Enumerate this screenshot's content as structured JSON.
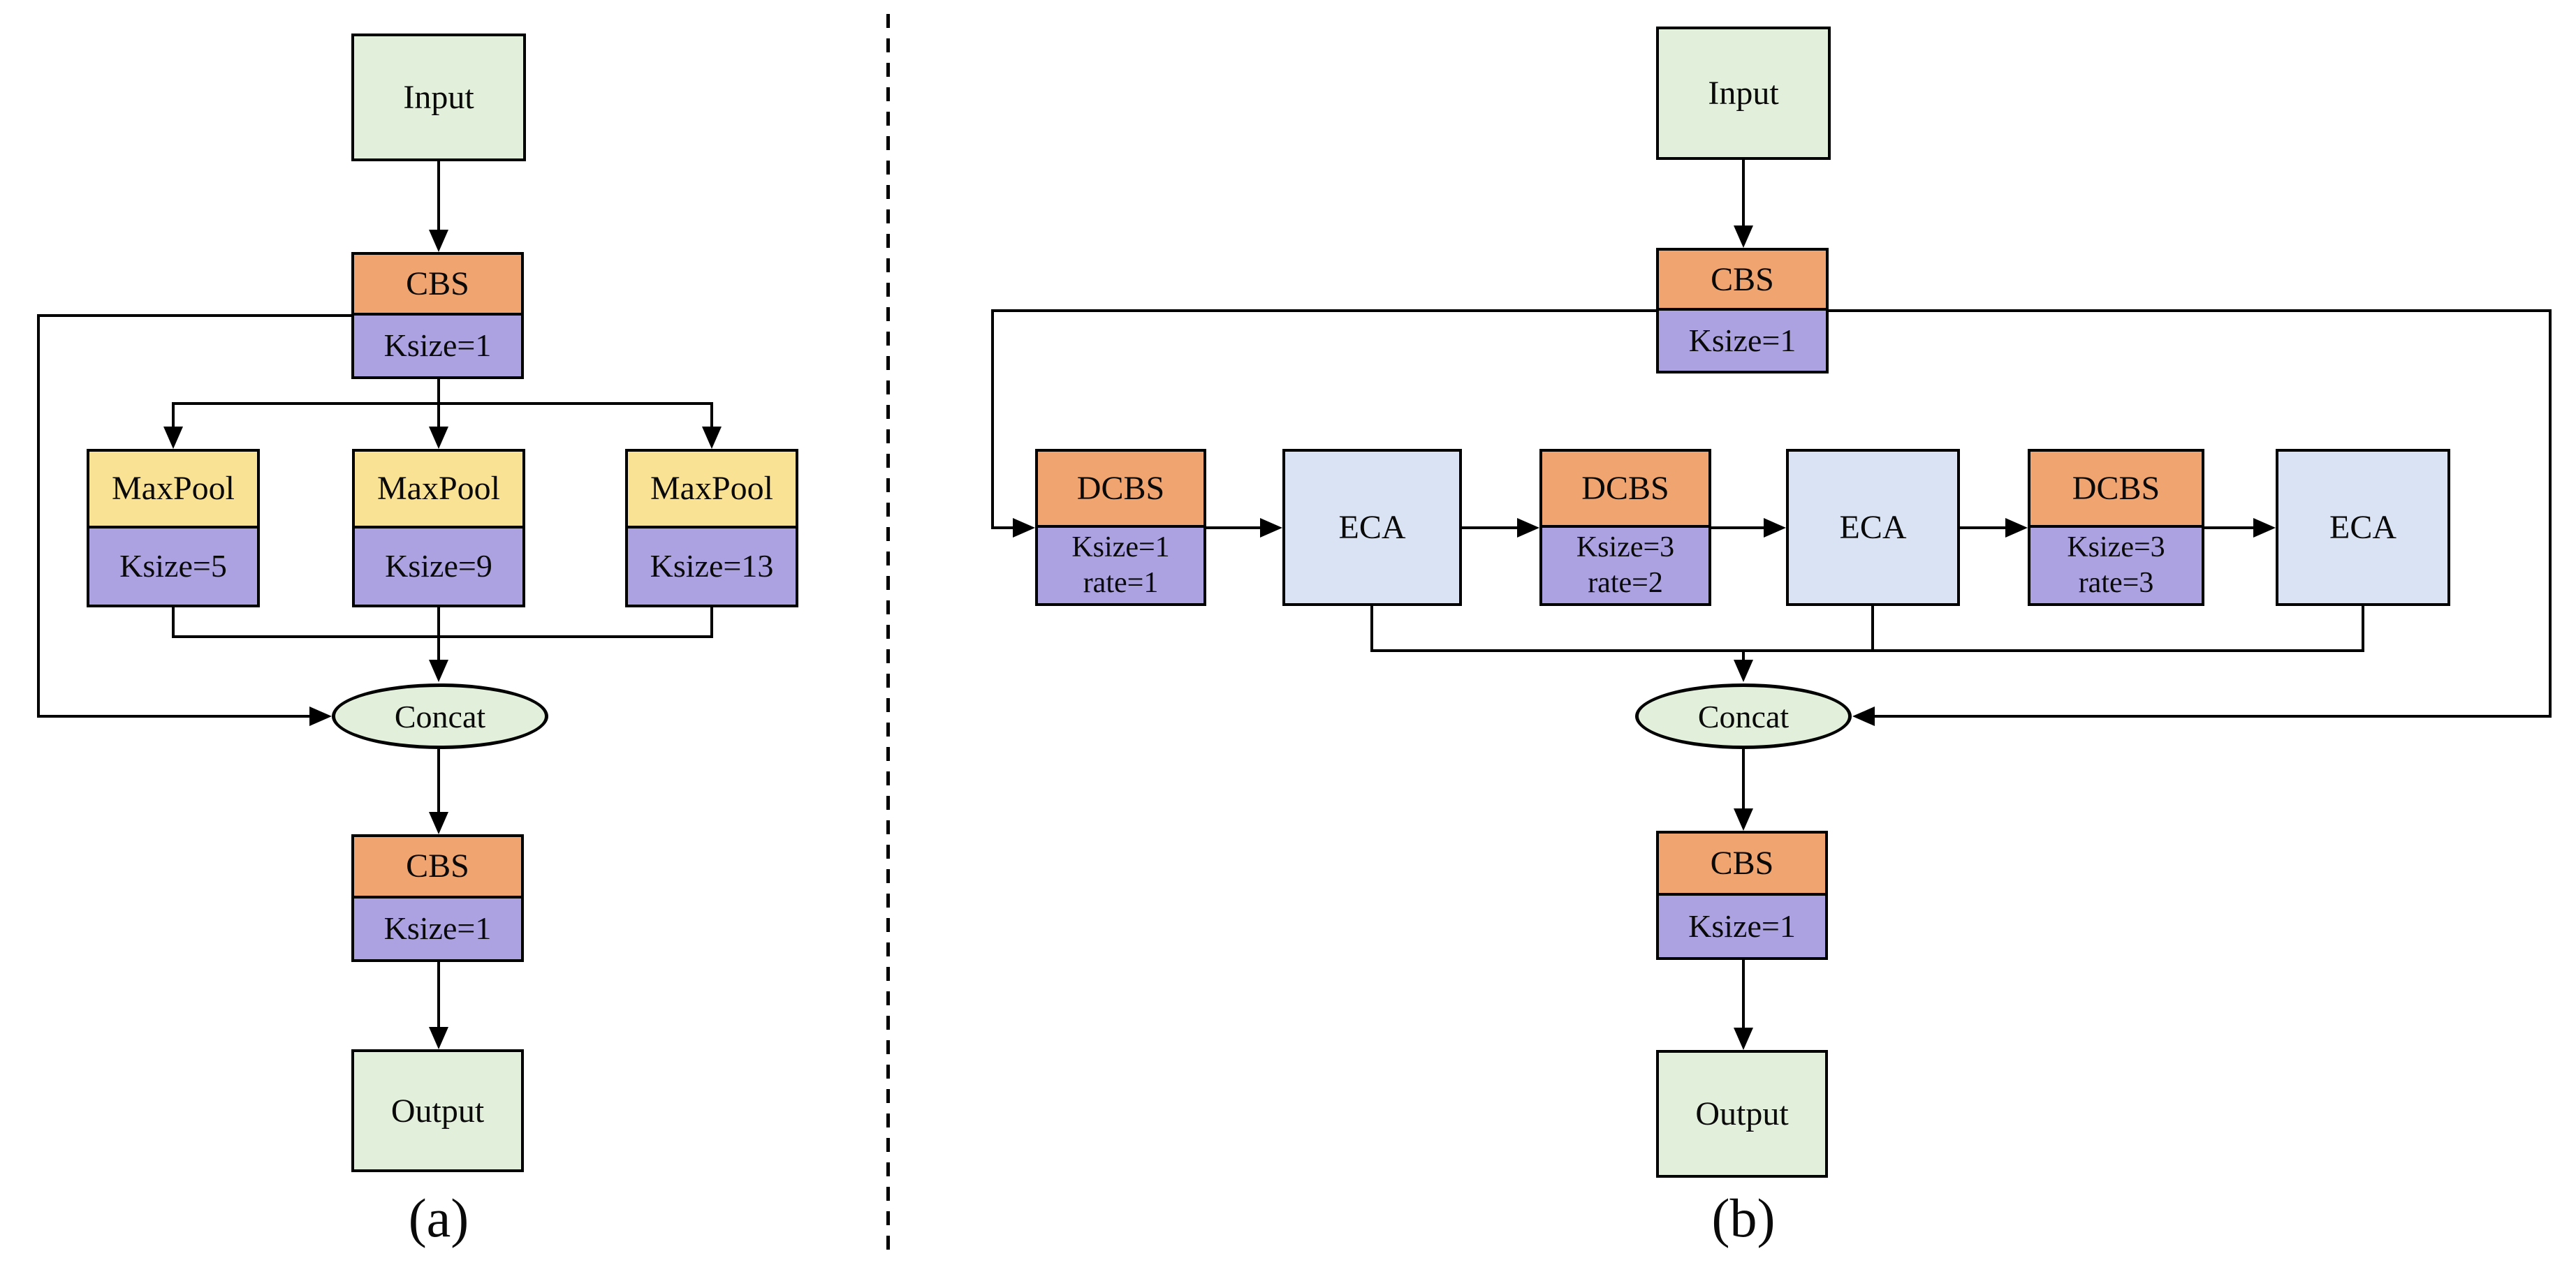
{
  "figure": {
    "type": "architecture-flow-diagram",
    "panels_count": 2
  },
  "colors": {
    "io_green": "#E2EFDA",
    "conv_orange": "#F0A46F",
    "param_purple": "#ACA1E1",
    "maxpool_yellow": "#FAE295",
    "eca_blue": "#DAE3F3",
    "line_black": "#000000",
    "background": "#FFFFFF"
  },
  "panels": {
    "a": {
      "caption": "(a)",
      "input": "Input",
      "cbs1": {
        "title": "CBS",
        "param": "Ksize=1"
      },
      "maxpools": [
        {
          "title": "MaxPool",
          "param": "Ksize=5"
        },
        {
          "title": "MaxPool",
          "param": "Ksize=9"
        },
        {
          "title": "MaxPool",
          "param": "Ksize=13"
        }
      ],
      "concat": "Concat",
      "cbs2": {
        "title": "CBS",
        "param": "Ksize=1"
      },
      "output": "Output"
    },
    "b": {
      "caption": "(b)",
      "input": "Input",
      "cbs1": {
        "title": "CBS",
        "param": "Ksize=1"
      },
      "blocks": [
        {
          "type": "dcbs",
          "title": "DCBS",
          "param1": "Ksize=1",
          "param2": "rate=1"
        },
        {
          "type": "eca",
          "title": "ECA"
        },
        {
          "type": "dcbs",
          "title": "DCBS",
          "param1": "Ksize=3",
          "param2": "rate=2"
        },
        {
          "type": "eca",
          "title": "ECA"
        },
        {
          "type": "dcbs",
          "title": "DCBS",
          "param1": "Ksize=3",
          "param2": "rate=3"
        },
        {
          "type": "eca",
          "title": "ECA"
        }
      ],
      "concat": "Concat",
      "cbs2": {
        "title": "CBS",
        "param": "Ksize=1"
      },
      "output": "Output"
    }
  }
}
